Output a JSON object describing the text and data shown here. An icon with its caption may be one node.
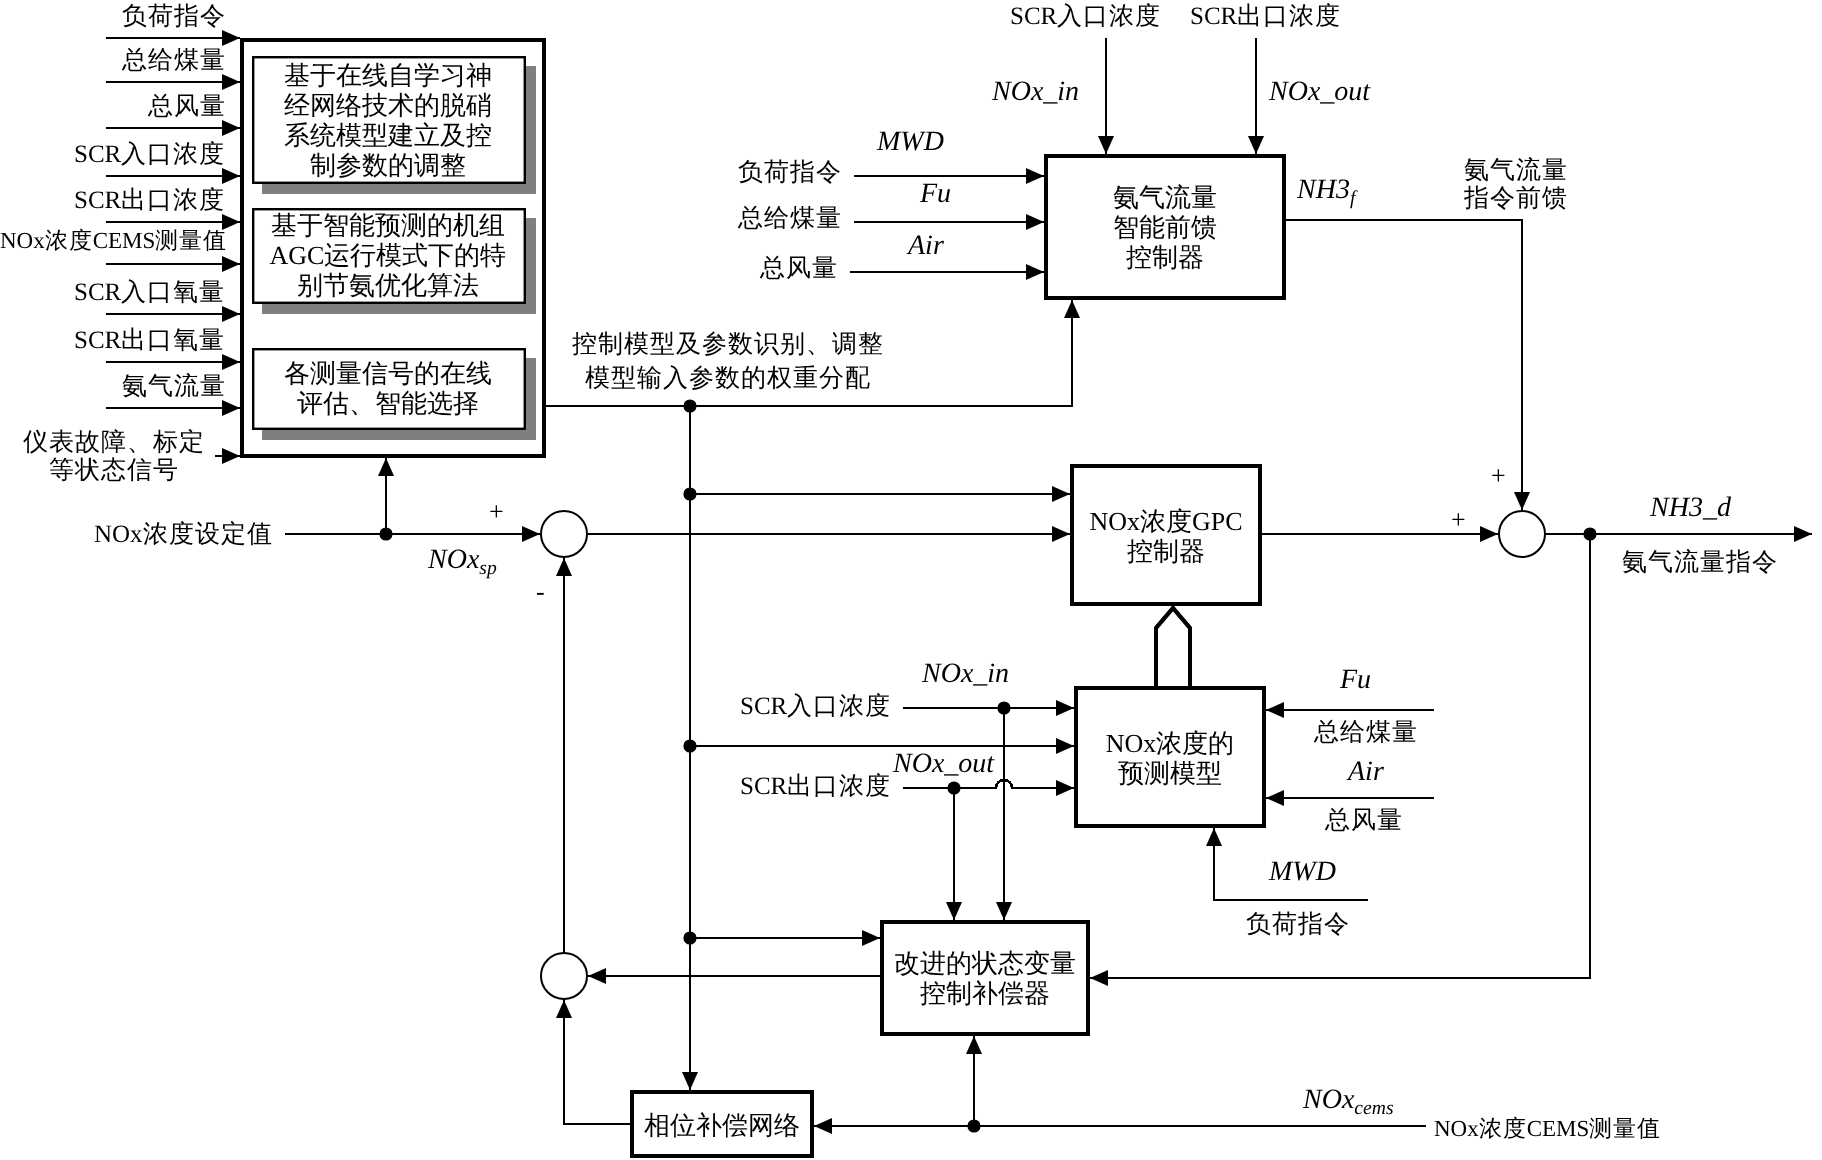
{
  "diagram": {
    "nodes": [
      {
        "text": [],
        "shape": "box"
      },
      {
        "text": [
          "基于在线自学习神经网络技术的脱硝系统模型建立及控制参数的调整"
        ],
        "in": 0
      },
      {
        "text": [
          "基于智能预测的机组AGC运行模式下的特别节氨优化算法"
        ],
        "in": 0
      },
      {
        "text": [
          "各测量信号的在线评估、智能选择"
        ],
        "in": 0
      },
      {
        "text": [
          "负荷指令"
        ]
      },
      {
        "text": [
          "总给煤量"
        ]
      },
      {
        "text": [
          "总风量"
        ]
      },
      {
        "text": [
          "SCR入口浓度"
        ]
      },
      {
        "text": [
          "SCR出口浓度"
        ]
      },
      {
        "text": [
          "NOx浓度CEMS测量值"
        ]
      },
      {
        "text": [
          "SCR入口氧量"
        ]
      },
      {
        "text": [
          "SCR出口氧量"
        ]
      },
      {
        "text": [
          "氨气流量"
        ]
      },
      {
        "text": [
          "仪表故障、标定等状态信号"
        ]
      },
      {
        "text": [
          "SCR入口浓度"
        ]
      },
      {
        "text": [
          "SCR出口浓度"
        ]
      },
      {
        "text": [
          "负荷指令"
        ]
      },
      {
        "text": [
          "总给煤量"
        ]
      },
      {
        "text": [
          "总风量"
        ]
      },
      {
        "text": [
          "氨气流量智能前馈控制器"
        ]
      },
      {
        "text": [
          "NOx浓度设定值"
        ]
      },
      {
        "text": [],
        "shape": "circle"
      },
      {
        "text": [],
        "shape": "circle"
      },
      {
        "text": [
          "NOx浓度GPC控制器"
        ]
      },
      {
        "text": [
          "SCR入口浓度"
        ]
      },
      {
        "text": [
          "SCR出口浓度"
        ]
      },
      {
        "text": [
          "NOx浓度的预测模型"
        ]
      },
      {
        "text": [
          "总给煤量"
        ]
      },
      {
        "text": [
          "总风量"
        ]
      },
      {
        "text": [
          "负荷指令"
        ]
      },
      {
        "text": [],
        "shape": "circle"
      },
      {
        "text": [
          "改进的状态变量控制补偿器"
        ]
      },
      {
        "text": [
          "相位补偿网络"
        ]
      },
      {
        "text": [
          "NOx浓度CEMS测量值"
        ]
      },
      {
        "text": [
          "氨气流量指令"
        ]
      }
    ],
    "edges": [
      {
        "from": 4,
        "to": 0,
        "arrow": "to"
      },
      {
        "from": 5,
        "to": 0,
        "arrow": "to"
      },
      {
        "from": 6,
        "to": 0,
        "arrow": "to"
      },
      {
        "from": 7,
        "to": 0,
        "arrow": "to"
      },
      {
        "from": 8,
        "to": 0,
        "arrow": "to"
      },
      {
        "from": 9,
        "to": 0,
        "arrow": "to"
      },
      {
        "from": 10,
        "to": 0,
        "arrow": "to"
      },
      {
        "from": 11,
        "to": 0,
        "arrow": "to"
      },
      {
        "from": 12,
        "to": 0,
        "arrow": "to"
      },
      {
        "from": 13,
        "to": 0,
        "arrow": "to"
      },
      {
        "from": 14,
        "to": 19,
        "arrow": "to",
        "label": "NOx_in"
      },
      {
        "from": 15,
        "to": 19,
        "arrow": "to",
        "label": "NOx_out"
      },
      {
        "from": 16,
        "to": 19,
        "arrow": "to",
        "label": "MWD"
      },
      {
        "from": 17,
        "to": 19,
        "arrow": "to",
        "label": "Fu"
      },
      {
        "from": 18,
        "to": 19,
        "arrow": "to",
        "label": "Air"
      },
      {
        "from": 0,
        "to": 19,
        "arrow": "to",
        "label": "控制模型及参数识别、调整模型输入参数的权重分配"
      },
      {
        "from": 0,
        "to": 23,
        "arrow": "to"
      },
      {
        "from": 0,
        "to": 26,
        "arrow": "to"
      },
      {
        "from": 0,
        "to": 31,
        "arrow": "to"
      },
      {
        "from": 0,
        "to": 32,
        "arrow": "to"
      },
      {
        "from": 20,
        "to": 21,
        "arrow": "to",
        "label": "NOx$_{sp}$"
      },
      {
        "from": 20,
        "to": 0,
        "arrow": "to"
      },
      {
        "from": 21,
        "to": 23,
        "arrow": "to"
      },
      {
        "from": 19,
        "to": 22,
        "arrow": "to",
        "label": "NH3$_{f}$"
      },
      {
        "from": 23,
        "to": 22,
        "arrow": "to"
      },
      {
        "from": 22,
        "to": 34,
        "arrow": "to",
        "label": "NH3_d"
      },
      {
        "from": 22,
        "to": 31,
        "arrow": "to"
      },
      {
        "from": 24,
        "to": 26,
        "arrow": "to",
        "label": "NOx_in"
      },
      {
        "from": 24,
        "to": 31,
        "arrow": "to"
      },
      {
        "from": 25,
        "to": 26,
        "arrow": "to",
        "label": "NOx_out"
      },
      {
        "from": 25,
        "to": 31,
        "arrow": "to"
      },
      {
        "from": 26,
        "to": 23,
        "arrow": "to"
      },
      {
        "from": 27,
        "to": 26,
        "arrow": "to",
        "label": "Fu"
      },
      {
        "from": 28,
        "to": 26,
        "arrow": "to",
        "label": "Air"
      },
      {
        "from": 29,
        "to": 26,
        "arrow": "to",
        "label": "MWD"
      },
      {
        "from": 31,
        "to": 30,
        "arrow": "to"
      },
      {
        "from": 30,
        "to": 21,
        "arrow": "to"
      },
      {
        "from": 32,
        "to": 30,
        "arrow": "to"
      },
      {
        "from": 33,
        "to": 32,
        "arrow": "to",
        "label": "NOx$_{cems}$"
      },
      {
        "from": 33,
        "to": 31,
        "arrow": "to"
      }
    ],
    "labels": [
      "氨气流量指令前馈",
      "+",
      "+",
      "+",
      "-"
    ]
  }
}
